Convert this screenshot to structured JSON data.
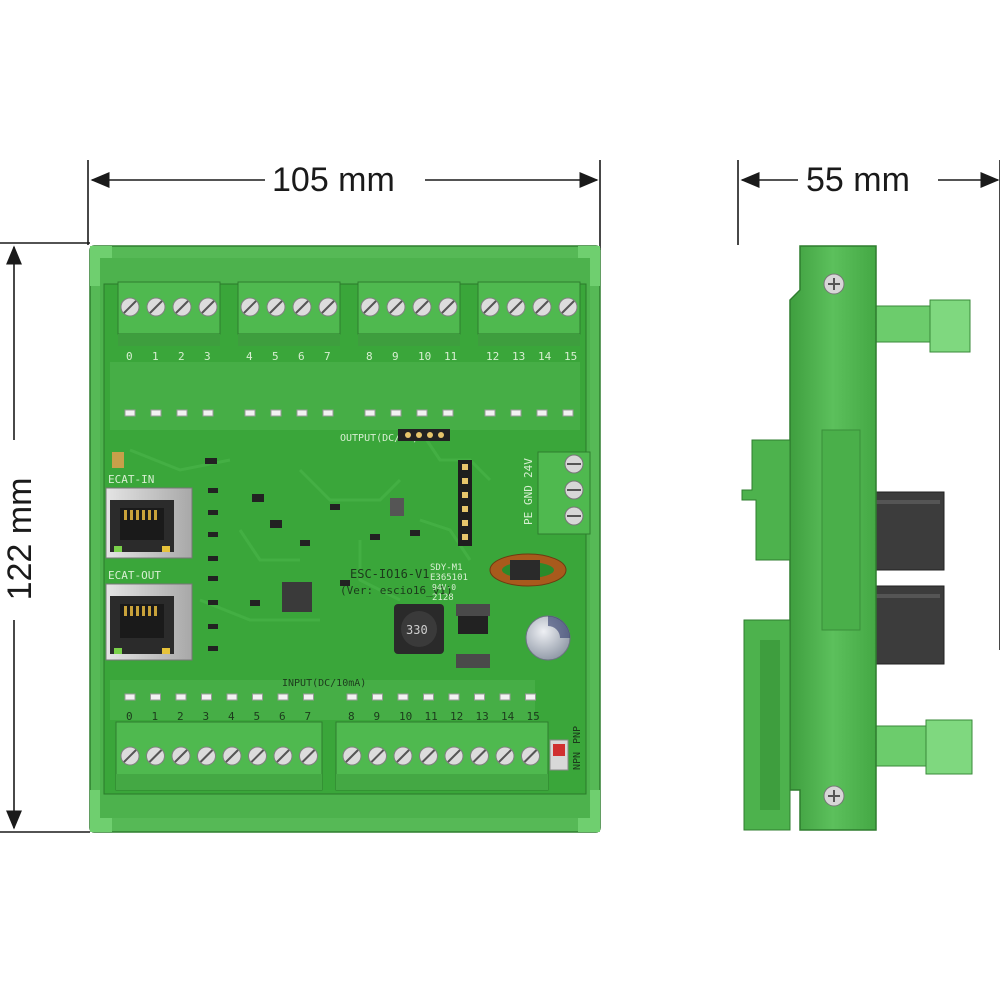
{
  "dimensions": {
    "width_front": "105 mm",
    "height_front": "122 mm",
    "width_side": "55 mm"
  },
  "board": {
    "model": "ESC-IO16-V1",
    "version": "(Ver: escio16_v1)",
    "cert_1": "SDY-M1",
    "cert_2": "E365101",
    "cert_3": "94V-0",
    "code": "2128",
    "output_title": "OUTPUT(DC/1A)",
    "input_title": "INPUT(DC/10mA)",
    "ecat_in": "ECAT-IN",
    "ecat_out": "ECAT-OUT",
    "npn_label": "NPN",
    "pnp_label": "PNP",
    "power_pe": "PE",
    "power_gnd": "GND",
    "power_24v": "24V",
    "output_channels": [
      "0",
      "1",
      "2",
      "3",
      "4",
      "5",
      "6",
      "7",
      "8",
      "9",
      "10",
      "11",
      "12",
      "13",
      "14",
      "15"
    ],
    "input_channels": [
      "0",
      "1",
      "2",
      "3",
      "4",
      "5",
      "6",
      "7",
      "8",
      "9",
      "10",
      "11",
      "12",
      "13",
      "14",
      "15"
    ]
  },
  "colors": {
    "pcb": "#3aa63a",
    "pcb_dark": "#2e8f30",
    "housing": "#5cc05c",
    "terminal": "#4fb94f",
    "rj45": "#c9c9c9"
  }
}
